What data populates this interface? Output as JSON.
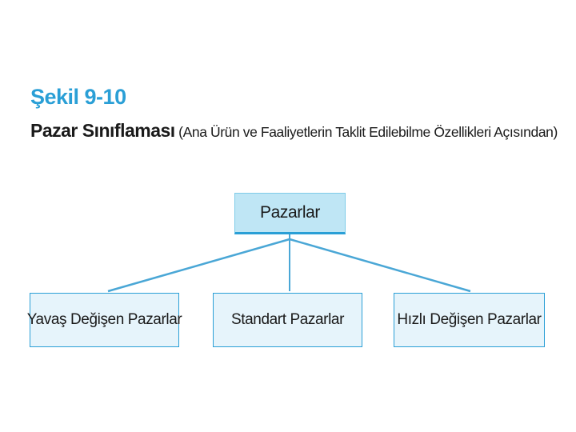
{
  "figure": {
    "label": "Şekil 9-10",
    "title_main": "Pazar Sınıflaması",
    "title_sub": "(Ana Ürün ve Faaliyetlerin Taklit Edilebilme Özellikleri Açısından)"
  },
  "diagram": {
    "root": {
      "label": "Pazarlar"
    },
    "children": [
      {
        "label": "Yavaş Değişen Pazarlar"
      },
      {
        "label": "Standart Pazarlar"
      },
      {
        "label": "Hızlı Değişen Pazarlar"
      }
    ]
  },
  "colors": {
    "accent": "#2a9fd6",
    "root_fill": "#bfe6f5",
    "child_fill": "#e6f4fb"
  }
}
